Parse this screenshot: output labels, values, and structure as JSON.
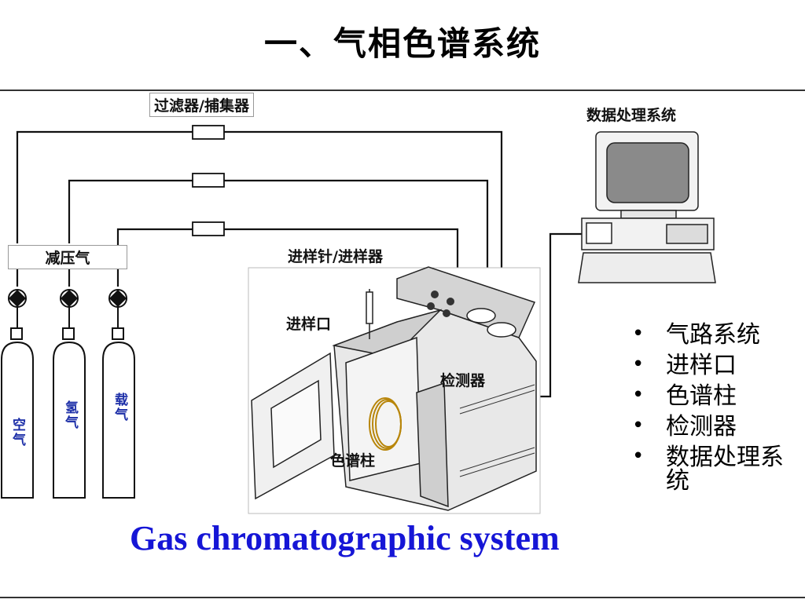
{
  "title": "一、气相色谱系统",
  "labels": {
    "filter": "过滤器/捕集器",
    "data_system": "数据处理系统",
    "regulator": "减压气",
    "injector_syringe": "进样针/进样器",
    "inlet": "进样口",
    "detector": "检测器",
    "column": "色谱柱"
  },
  "cylinders": [
    "空气",
    "氢气",
    "载气"
  ],
  "bullets": [
    "气路系统",
    "进样口",
    "色谱柱",
    "检测器",
    "数据处理系统"
  ],
  "subtitle": "Gas chromatographic system",
  "colors": {
    "subtitle": "#1616d6",
    "cylinder_label": "#1d2fa8"
  }
}
